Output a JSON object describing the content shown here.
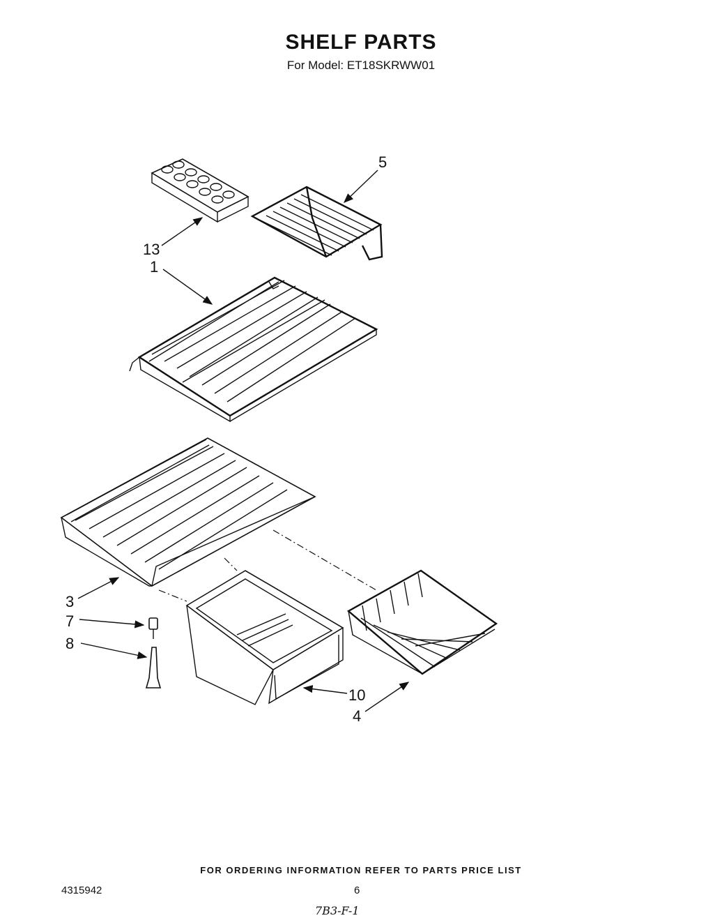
{
  "header": {
    "title": "SHELF PARTS",
    "subtitle": "For Model: ET18SKRWW01"
  },
  "callouts": [
    "13",
    "5",
    "1",
    "3",
    "7",
    "8",
    "10",
    "4"
  ],
  "footer": {
    "note": "FOR ORDERING INFORMATION REFER TO PARTS PRICE LIST",
    "doc_number": "4315942",
    "page_number": "6",
    "handwritten": "7B3-F-1"
  }
}
